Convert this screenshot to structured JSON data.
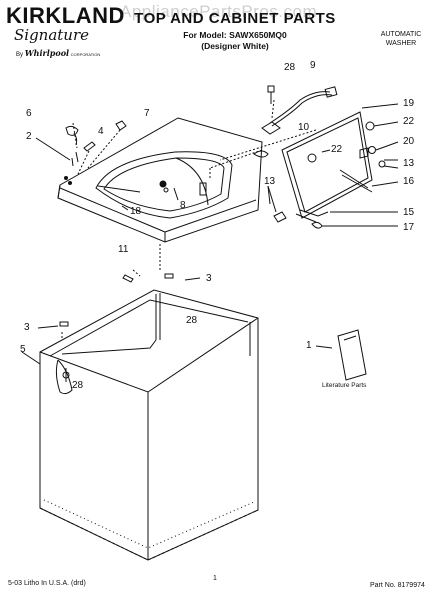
{
  "watermark": "AppliancePartsPros.com",
  "brand": {
    "name": "KIRKLAND",
    "script": "Signature",
    "by_prefix": "By",
    "manufacturer": "Whirlpool",
    "manufacturer_suffix": "CORPORATION"
  },
  "header": {
    "title": "TOP AND CABINET PARTS",
    "model_line": "For Model: SAWX650MQ0",
    "color_line": "(Designer White)",
    "appliance_line1": "AUTOMATIC",
    "appliance_line2": "WASHER"
  },
  "callouts": [
    "28",
    "9",
    "19",
    "22",
    "20",
    "13",
    "16",
    "15",
    "17",
    "10",
    "22",
    "13",
    "7",
    "6",
    "4",
    "2",
    "8",
    "18",
    "11",
    "3",
    "28",
    "3",
    "5",
    "28",
    "1"
  ],
  "literature_label": "Literature Parts",
  "footer": {
    "litho": "5-03 Litho In U.S.A. (drd)",
    "page": "1",
    "part_number": "Part No. 8179974"
  }
}
